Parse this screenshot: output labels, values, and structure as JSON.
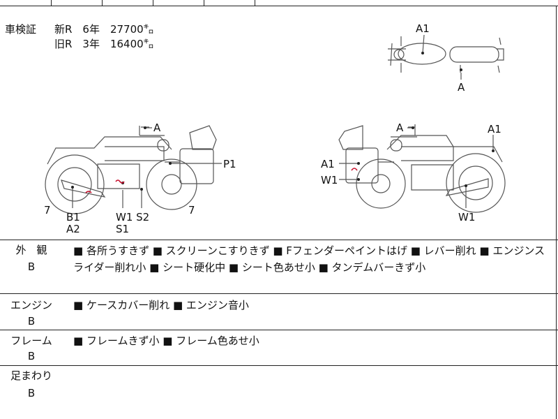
{
  "registration": {
    "label": "車検証",
    "new_line": "新R　6年　27700㌔",
    "old_line": "旧R　3年　16400㌔"
  },
  "diagram_labels": {
    "top_a1": "A1",
    "top_a": "A",
    "left_a": "A",
    "left_p1": "P1",
    "left_seven_left": "7",
    "left_b1": "B1",
    "left_a2": "A2",
    "left_w1s2": "W1 S2",
    "left_s1": "S1",
    "left_seven_right": "7",
    "right_a": "A",
    "right_a1_top": "A1",
    "right_a1_left": "A1",
    "right_w1_left": "W1",
    "right_w1_bottom": "W1"
  },
  "sections": [
    {
      "title": "外　観",
      "grade": "B",
      "text": "■ 各所うすきず ■ スクリーンこすりきず ■ Fフェンダーペイントはげ ■ レバー削れ ■ エンジンスライダー削れ小 ■ シート硬化中 ■ シート色あせ小 ■ タンデムバーきず小"
    },
    {
      "title": "エンジン",
      "grade": "B",
      "text": "■ ケースカバー削れ ■ エンジン音小"
    },
    {
      "title": "フレーム",
      "grade": "B",
      "text": "■ フレームきず小 ■ フレーム色あせ小"
    },
    {
      "title": "足まわり",
      "grade": "B",
      "text": ""
    }
  ]
}
